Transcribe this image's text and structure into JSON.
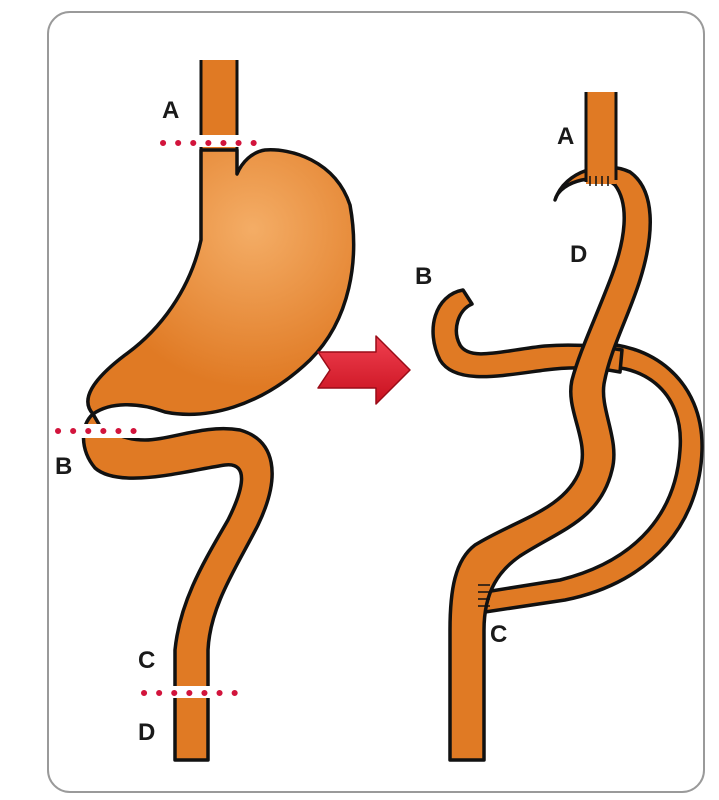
{
  "colors": {
    "organ": "#e07a24",
    "organ_light": "#f2a35a",
    "outline": "#111111",
    "cut_line": "#d2143c",
    "arrow": "#dd1a2a",
    "frame": "#9a9a9a"
  },
  "before": {
    "label_a": "A",
    "label_b": "B",
    "label_c": "C",
    "label_d": "D"
  },
  "after": {
    "label_a": "A",
    "label_b": "B",
    "label_c": "C",
    "label_d": "D"
  },
  "icons": {
    "transition_arrow": "right-arrow-icon"
  }
}
